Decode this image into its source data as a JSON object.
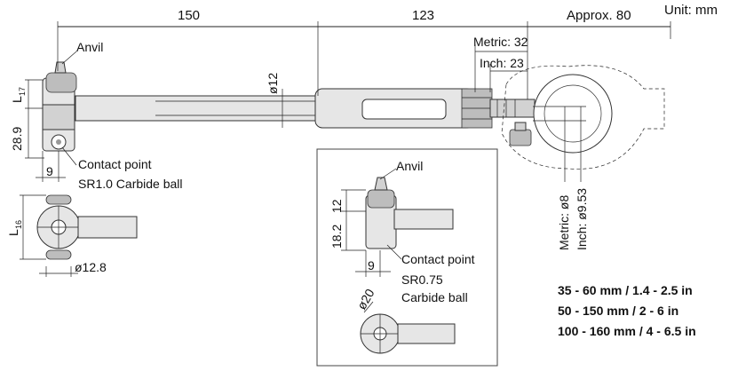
{
  "dimensions": {
    "len_150": "150",
    "len_123": "123",
    "approx_80": "Approx. 80",
    "unit": "Unit: mm",
    "metric_32": "Metric: 32",
    "inch_23": "Inch: 23",
    "dia_12": "ø12",
    "l17": "L",
    "l17_sub": "17",
    "h_28_9": "28.9",
    "w_9": "9",
    "l16": "L",
    "l16_sub": "16",
    "dia_12_8": "ø12.8",
    "metric_8": "Metric: ø8",
    "inch_9_53": "Inch: ø9.53",
    "h_18_2": "18.2",
    "h_12": "12",
    "w_9b": "9",
    "dia_20": "ø20"
  },
  "labels": {
    "anvil": "Anvil",
    "contact_point": "Contact point",
    "carbide_ball": "SR1.0 Carbide ball",
    "anvil_b": "Anvil",
    "contact_point_b": "Contact point",
    "sr075": "SR0.75",
    "carbide_ball_b": "Carbide ball"
  },
  "ranges": [
    "35 - 60 mm / 1.4 - 2.5 in",
    "50 - 150 mm / 2 - 6 in",
    "100 - 160 mm / 4 - 6.5 in"
  ]
}
